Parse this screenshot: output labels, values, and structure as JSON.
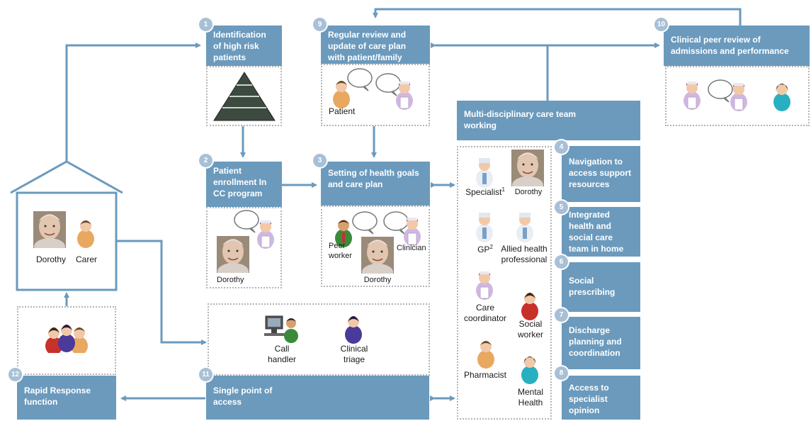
{
  "steps": {
    "s1": {
      "num": "1",
      "title": "Identification of high risk patients"
    },
    "s2": {
      "num": "2",
      "title": "Patient enrollment In CC program"
    },
    "s3": {
      "num": "3",
      "title": "Setting of health goals and care plan"
    },
    "s4": {
      "num": "4",
      "title": "Navigation  to access support resources"
    },
    "s5": {
      "num": "5",
      "title": "Integrated health and social care team in home"
    },
    "s6": {
      "num": "6",
      "title": "Social prescribing"
    },
    "s7": {
      "num": "7",
      "title": "Discharge planning and coordination"
    },
    "s8": {
      "num": "8",
      "title": "Access to specialist opinion"
    },
    "s9": {
      "num": "9",
      "title": "Regular review and update of care plan with patient/family"
    },
    "s10": {
      "num": "10",
      "title": "Clinical peer review of admissions and performance"
    },
    "s11": {
      "num": "11",
      "title": "Single point of access"
    },
    "s12": {
      "num": "12",
      "title": "Rapid Response function"
    }
  },
  "mdt": {
    "title": "Multi-disciplinary care team working"
  },
  "people": {
    "dorothy": "Dorothy",
    "carer": "Carer",
    "patient": "Patient",
    "peer_worker": "Peer worker",
    "clinician": "Clinician",
    "specialist": "Specialist",
    "specialist_sup": "1",
    "gp": "GP",
    "gp_sup": "2",
    "allied": "Allied health professional",
    "care_coordinator": "Care coordinator",
    "social_worker": "Social worker",
    "pharmacist": "Pharmacist",
    "mental_health": "Mental Health",
    "call_handler": "Call handler",
    "clinical_triage": "Clinical triage"
  },
  "colors": {
    "box": "#6b9abd",
    "number_circle": "#a8c0d6",
    "arrow": "#6b9abd",
    "dotted_border": "#b4b4b4"
  },
  "icons": [
    "pyramid-icon",
    "speech-bubble-icon",
    "nurse-icon",
    "elderly-woman-photo",
    "carer-icon",
    "doctor-icon",
    "computer-operator-icon",
    "group-icon"
  ]
}
